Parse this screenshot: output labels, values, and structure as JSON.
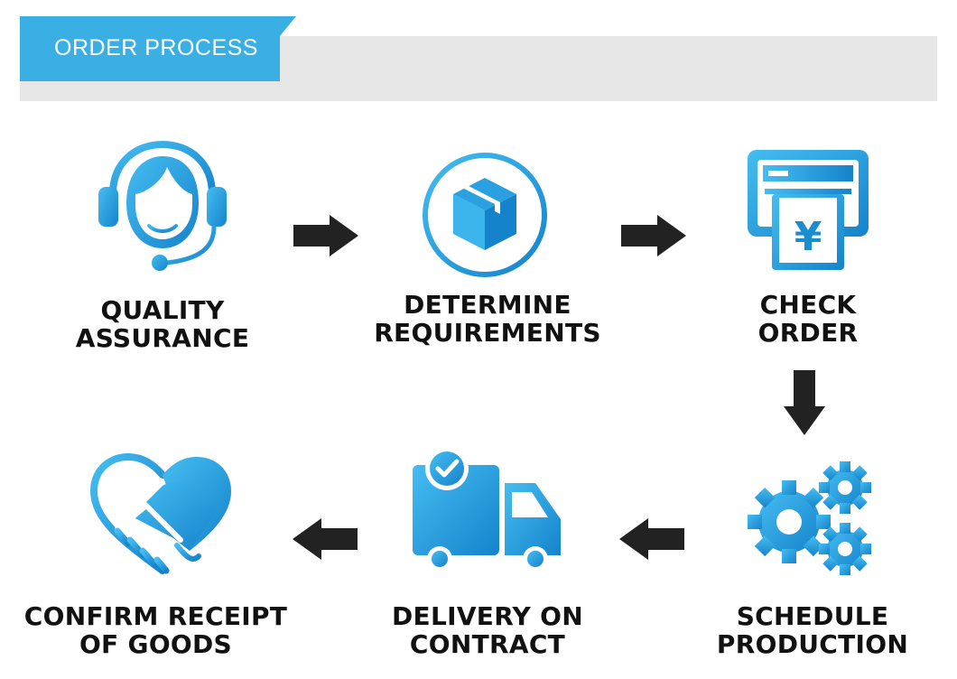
{
  "header": {
    "title": "ORDER PROCESS"
  },
  "steps": [
    {
      "line1": "QUALITY",
      "line2": "ASSURANCE",
      "icon": "headset-agent-icon"
    },
    {
      "line1": "DETERMINE",
      "line2": "REQUIREMENTS",
      "icon": "box-icon"
    },
    {
      "line1": "CHECK",
      "line2": "ORDER",
      "icon": "yen-receipt-printer-icon"
    },
    {
      "line1": "SCHEDULE",
      "line2": "PRODUCTION",
      "icon": "gears-icon"
    },
    {
      "line1": "DELIVERY ON",
      "line2": "CONTRACT",
      "icon": "delivery-truck-icon"
    },
    {
      "line1": "CONFIRM RECEIPT",
      "line2": "OF GOODS",
      "icon": "handshake-heart-icon"
    }
  ],
  "colors": {
    "accent": "#3aafe4",
    "accent_dark": "#1a8dd0",
    "arrow": "#222222",
    "header_bar": "#e6e6e6"
  }
}
